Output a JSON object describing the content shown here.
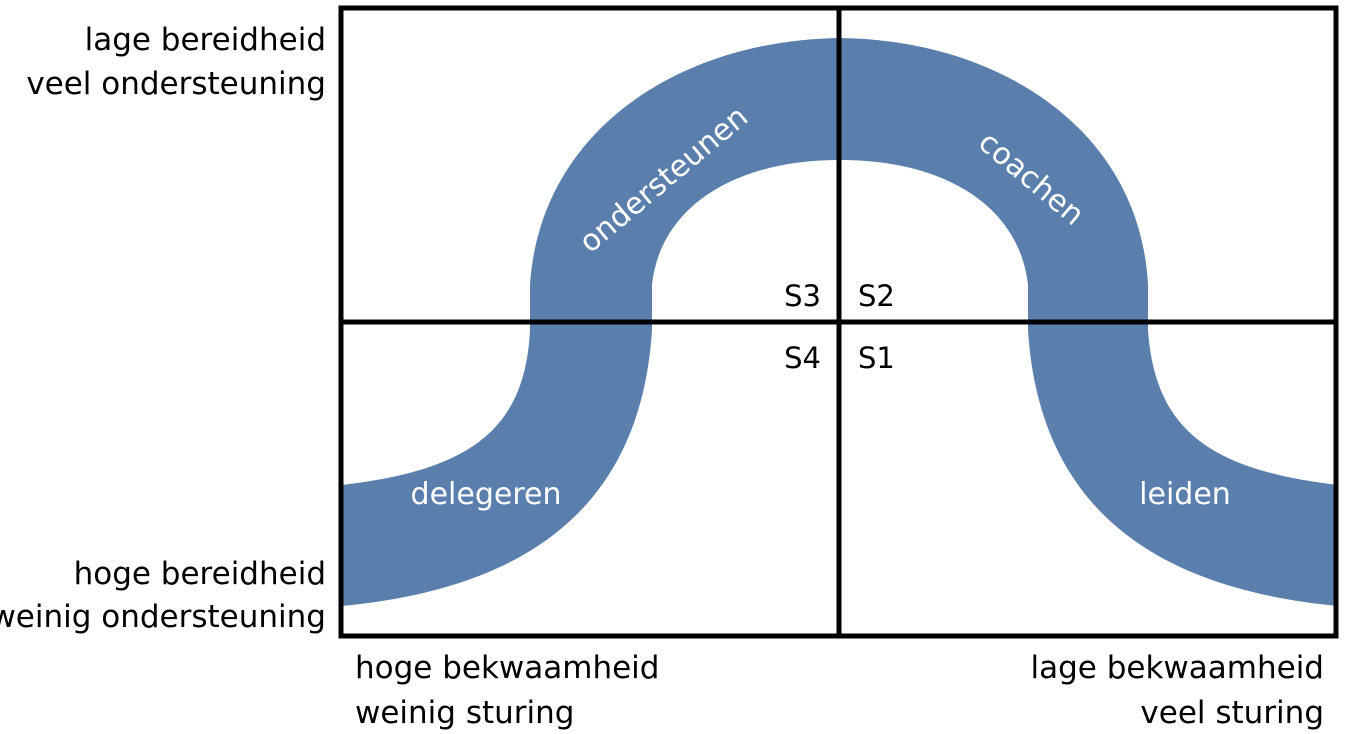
{
  "colors": {
    "curve": "#5b7fad",
    "grid": "#000000",
    "curve_label": "#ffffff"
  },
  "y_axis": {
    "top_line1": "lage bereidheid",
    "top_line2": "veel ondersteuning",
    "bottom_line1": "hoge bereidheid",
    "bottom_line2": "weinig ondersteuning"
  },
  "x_axis": {
    "left_line1": "hoge bekwaamheid",
    "left_line2": "weinig sturing",
    "right_line1": "lage bekwaamheid",
    "right_line2": "veel sturing"
  },
  "quadrants": {
    "s1": "S1",
    "s2": "S2",
    "s3": "S3",
    "s4": "S4"
  },
  "styles": {
    "leiden": "leiden",
    "coachen": "coachen",
    "ondersteunen": "ondersteunen",
    "delegeren": "delegeren"
  }
}
